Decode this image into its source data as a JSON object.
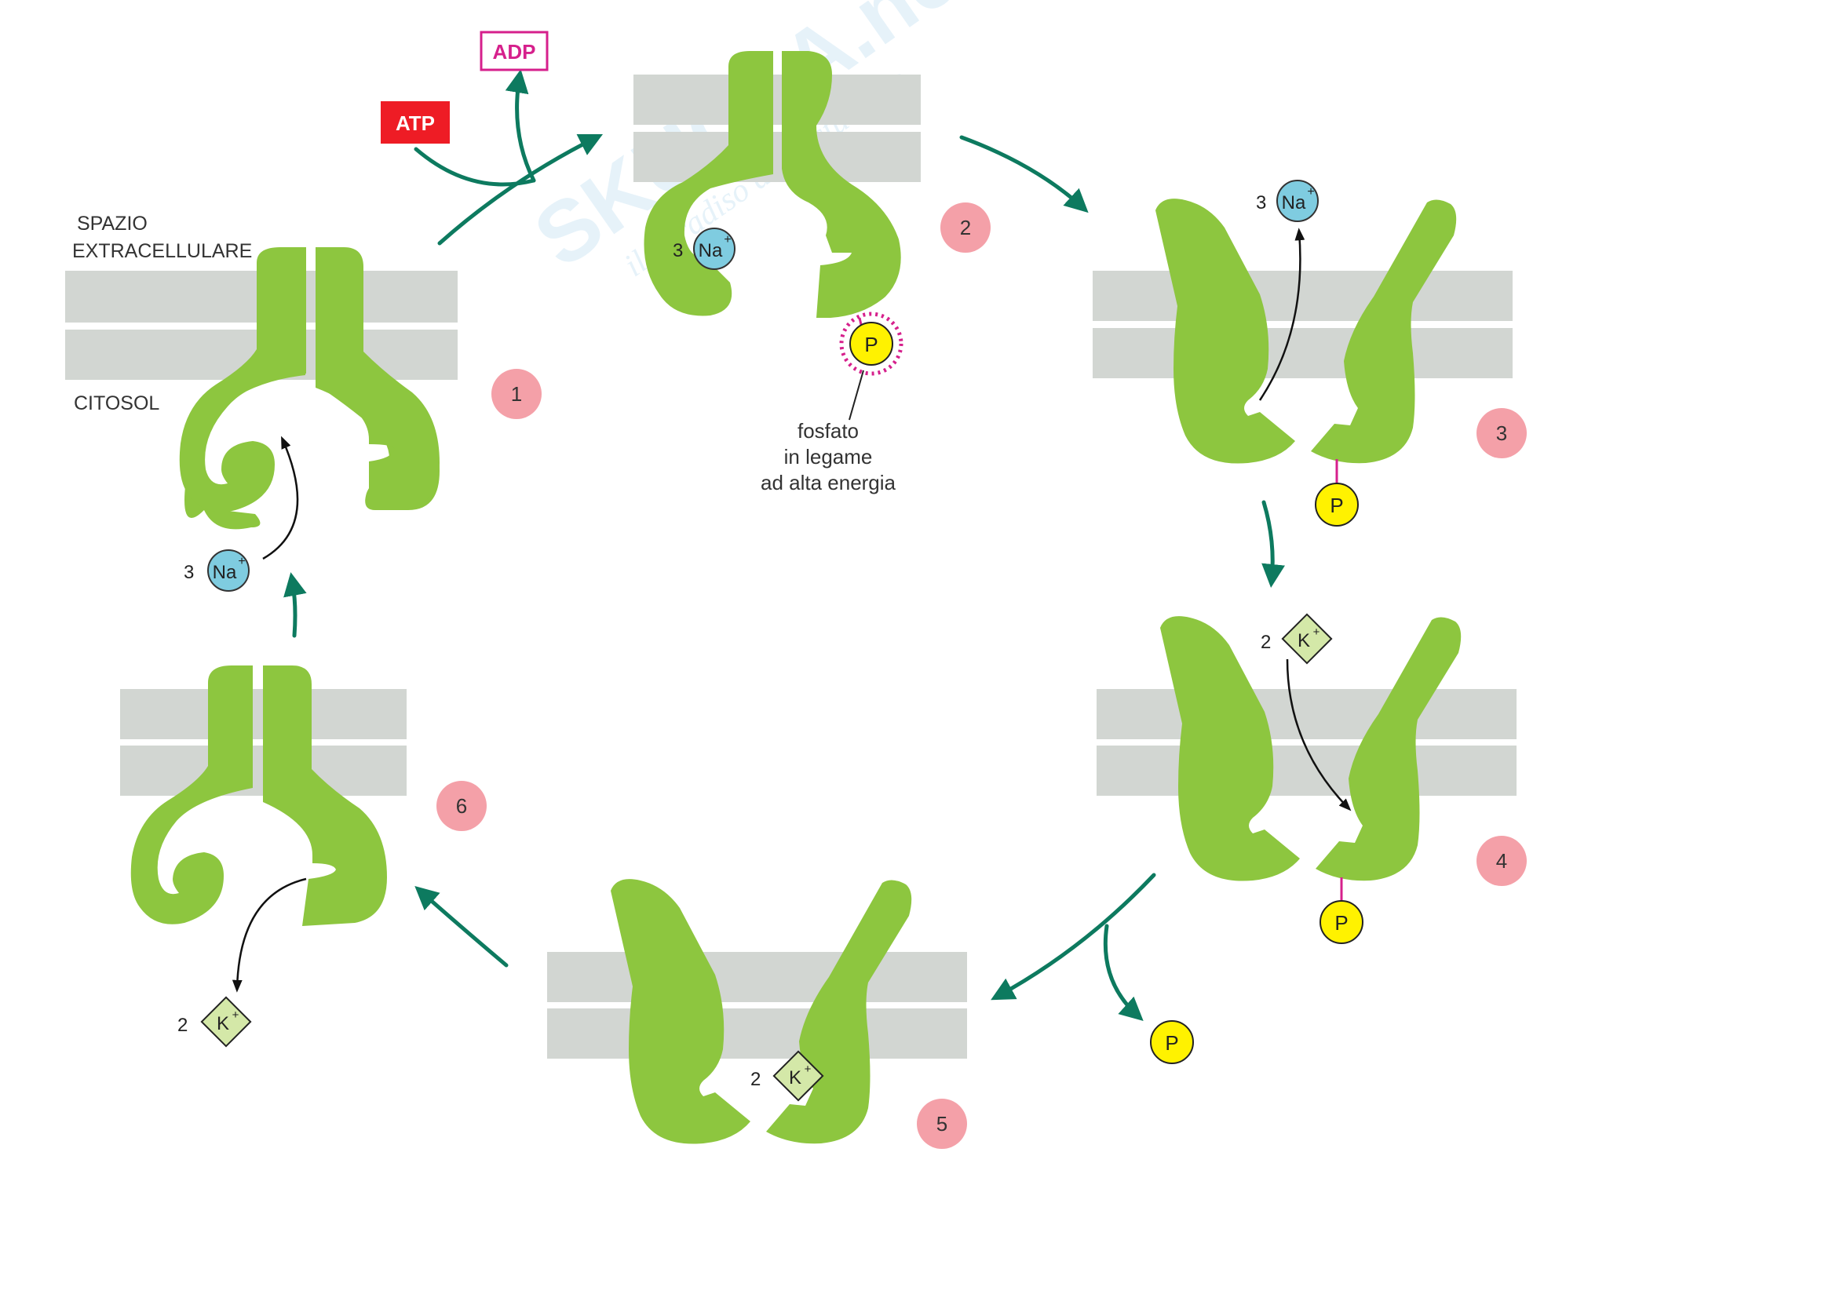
{
  "labels": {
    "extracellular_line1": "SPAZIO",
    "extracellular_line2": "EXTRACELLULARE",
    "cytosol": "CITOSOL",
    "phosphate_line1": "fosfato",
    "phosphate_line2": "in legame",
    "phosphate_line3": "ad alta energia"
  },
  "molecules": {
    "atp": "ATP",
    "adp": "ADP",
    "phosphate": "P",
    "sodium": "Na",
    "potassium": "K",
    "charge": "+"
  },
  "counts": {
    "sodium": "3",
    "potassium": "2"
  },
  "steps": [
    "1",
    "2",
    "3",
    "4",
    "5",
    "6"
  ],
  "watermark": {
    "main": "SKUOLA.net",
    "sub": "il paradiso dello studente"
  },
  "colors": {
    "protein": "#8dc63f",
    "membrane": "#d2d6d2",
    "arrow": "#0d7a5f",
    "step_badge": "#f4a0a8",
    "phosphate": "#fff200",
    "sodium": "#7fcce0",
    "potassium": "#d4e8a8",
    "atp": "#ee1c25",
    "adp": "#d6208c"
  }
}
